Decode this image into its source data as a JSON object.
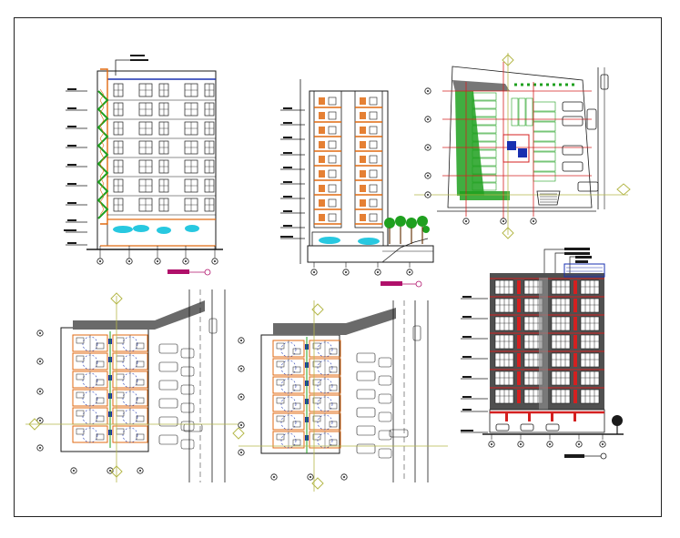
{
  "sheet": {
    "colors": {
      "line": "#1a1a1a",
      "orange": "#e06a10",
      "green": "#1fa01f",
      "cyan": "#28c8e0",
      "magenta": "#b0106a",
      "blue": "#1a30b0",
      "red": "#d42020",
      "grid_olive": "#b5b84a",
      "dark_facade": "#505050"
    },
    "drawings": [
      {
        "key": "front-elevation",
        "label": ""
      },
      {
        "key": "section",
        "label": ""
      },
      {
        "key": "site-plan",
        "label": ""
      },
      {
        "key": "typical-floor-plan-a",
        "label": ""
      },
      {
        "key": "typical-floor-plan-b",
        "label": ""
      },
      {
        "key": "rendered-elevation",
        "label": ""
      }
    ]
  }
}
